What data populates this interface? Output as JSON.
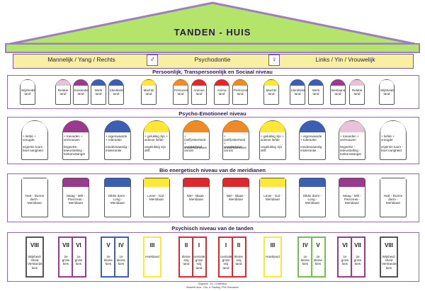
{
  "title": "TANDEN  -  HUIS",
  "header": {
    "left": "Mannelijk / Yang / Rechts",
    "center": "Psychodontie",
    "right": "Links / Yin / Vrouwelijk",
    "male_symbol": "♂",
    "female_symbol": "♀"
  },
  "levels": {
    "l1": "Persoonlijk, Transpersoonlijk en Sociaal niveau",
    "l2": "Psycho-Emotioneel niveau",
    "l3": "Bio energetisch niveau van de meridianen",
    "l4": "Psychisch niveau van de tanden"
  },
  "colors": {
    "roof": "#b5e46a",
    "roof_edge": "#9d7cc8",
    "band": "#f6f0a0",
    "white": "#ffffff",
    "red": "#e3262b",
    "orange": "#f08a25",
    "yellow": "#ffe833",
    "green": "#73c04b",
    "blue": "#3c5fb4",
    "purple": "#9a3a8e",
    "pink": "#e8c2d8"
  },
  "row1": [
    {
      "text": "Wijsheids tand",
      "color": "white"
    },
    {
      "text": "Relatie tand",
      "color": "pink"
    },
    {
      "text": "Existentie tand",
      "color": "purple"
    },
    {
      "text": "Werk tand",
      "color": "blue"
    },
    {
      "text": "Identiteits tand",
      "color": "blue"
    },
    {
      "text": "Machts tand",
      "color": "yellow"
    },
    {
      "text": "Persoons tand",
      "color": "orange"
    },
    {
      "text": "Animus tand",
      "color": "red"
    },
    {
      "text": "Anima tand",
      "color": "red"
    },
    {
      "text": "Persoons tand",
      "color": "orange"
    },
    {
      "text": "Machts tand",
      "color": "yellow"
    },
    {
      "text": "Identiteits tand",
      "color": "blue"
    },
    {
      "text": "Werk tand",
      "color": "blue"
    },
    {
      "text": "Bestaans tand",
      "color": "purple"
    },
    {
      "text": "Relatie tand",
      "color": "pink"
    },
    {
      "text": "Wijsheids tand",
      "color": "white"
    }
  ],
  "row2": [
    {
      "a": "+ liefde + vreugde",
      "b": "ergernis toorn - boel narigheid",
      "color": "white"
    },
    {
      "a": "+ toeveden + vertrouwen",
      "b": "begeerte - teleurstelling - toekomstangst",
      "color": "purple"
    },
    {
      "a": "+ eigenwaarde + tolerantie",
      "b": "minderwaardig - intolerantie",
      "color": "blue"
    },
    {
      "a": "+ gelukkig zijn + actieve liefde",
      "b": "ongelukkig zijn drift",
      "color": "yellow"
    },
    {
      "a": "+ (zelf)zekerheid + vrede/harmonie",
      "b": "onzekerheid onrust",
      "color": "orange"
    },
    {
      "a": "+ (zelf)zekerheid + vrede/harmonie",
      "b": "onzekerheid onrust",
      "color": "orange"
    },
    {
      "a": "+ gelukkig zijn + actieve liefde",
      "b": "ongelukkig zijn drift",
      "color": "yellow"
    },
    {
      "a": "+ eigenwaarde + tolerantie",
      "b": "minderwaardig intolerantie",
      "color": "blue"
    },
    {
      "a": "+ toeveden + vertrouwen",
      "b": "begeerte - teleurstelling - toekomstangst",
      "color": "pink"
    },
    {
      "a": "+ liefde + vreugde",
      "b": "ergernis toorn - boel narigheid",
      "color": "white"
    }
  ],
  "row3": [
    {
      "text": "Hart - Dunne darm - Meridiaan",
      "color": "white"
    },
    {
      "text": "Maag - Milt - Pancreas - Meridiaan",
      "color": "purple"
    },
    {
      "text": "Dikke darm - Long - Meridiaan",
      "color": "blue"
    },
    {
      "text": "Lever - Gal - Meridiaan",
      "color": "yellow"
    },
    {
      "text": "Nier - Blaas - Meridiaan",
      "color": "red"
    },
    {
      "text": "Nier - Blaas - Meridiaan",
      "color": "red"
    },
    {
      "text": "Lever - Gal - Meridiaan",
      "color": "yellow"
    },
    {
      "text": "Dikke darm - Long - Meridiaan",
      "color": "blue"
    },
    {
      "text": "Maag - Milt - Pancreas - Meridiaan",
      "color": "purple"
    },
    {
      "text": "Hart - Dunne darm - Meridiaan",
      "color": "white"
    }
  ],
  "row4": [
    {
      "nums": [
        "VIII"
      ],
      "text": [
        "Wijsheid-sheid Verstands-kies"
      ],
      "color": "white"
    },
    {
      "nums": [
        "VII",
        "VI"
      ],
      "text": [
        "2e grote kies",
        "1e grote kies"
      ],
      "color": "purple"
    },
    {
      "nums": [
        "V",
        "IV"
      ],
      "text": [
        "2e kleine kies",
        "1e kleine kies"
      ],
      "color": "blue"
    },
    {
      "nums": [
        "III"
      ],
      "text": [
        "Hoektand"
      ],
      "color": "yellow"
    },
    {
      "nums": [
        "II",
        "I"
      ],
      "text": [
        "kleine snij tand",
        "centrale grote snij tand"
      ],
      "color": "red"
    },
    {
      "nums": [
        "I",
        "II"
      ],
      "text": [
        "centrale grote snij tand",
        "kleine snij tand"
      ],
      "color": "red"
    },
    {
      "nums": [
        "III"
      ],
      "text": [
        "Hoektand"
      ],
      "color": "yellow"
    },
    {
      "nums": [
        "IV",
        "V"
      ],
      "text": [
        "1e kleine kies",
        "2e kleine kies"
      ],
      "color": "green"
    },
    {
      "nums": [
        "VI",
        "VII"
      ],
      "text": [
        "1e grote kies",
        "2e grote kies"
      ],
      "color": "purple"
    },
    {
      "nums": [
        "VIII"
      ],
      "text": [
        "Wijsheid-sheid Verstands-kies"
      ],
      "color": "white"
    }
  ],
  "footer": {
    "line1": "Origineel : Dr. J.Dielmann",
    "line2": "Bewerkt door : Drs. A. Rading  /  P.M.Teeuwsen"
  }
}
